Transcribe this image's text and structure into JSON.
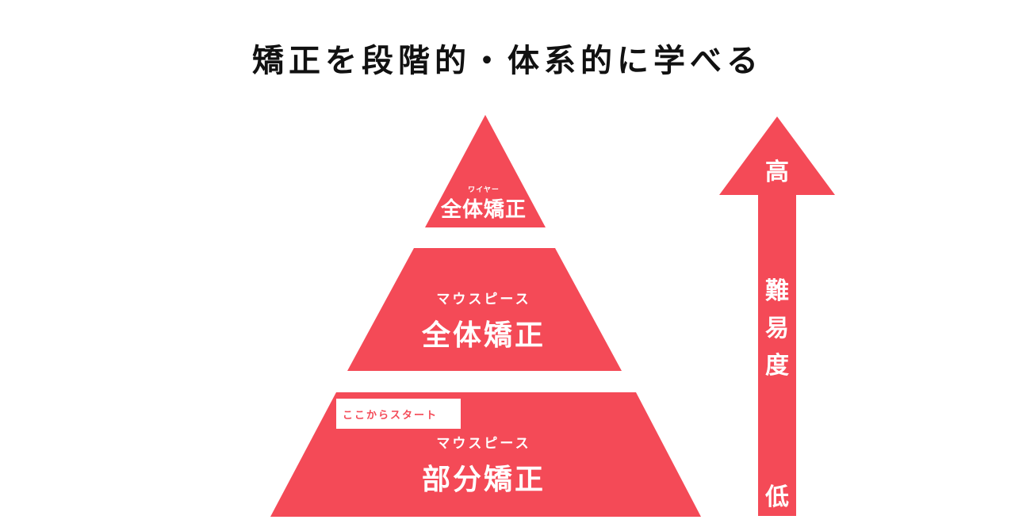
{
  "title": "矯正を段階的・体系的に学べる",
  "pyramid": {
    "top": {
      "ruby": "ワイヤー",
      "label": "全体矯正"
    },
    "middle": {
      "ruby": "マウスピース",
      "label": "全体矯正"
    },
    "bottom": {
      "ruby": "マウスピース",
      "label": "部分矯正",
      "badge": "ここからスタート"
    }
  },
  "difficulty_arrow": {
    "high": "高",
    "label_chars": [
      "難",
      "易",
      "度"
    ],
    "low": "低"
  },
  "colors": {
    "accent": "#f44a57",
    "text": "#111111",
    "background": "#ffffff"
  }
}
